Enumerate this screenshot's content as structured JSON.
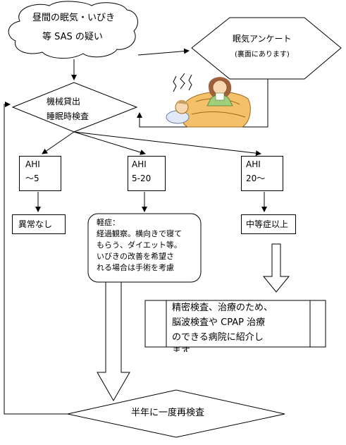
{
  "start": {
    "line1": "昼間の眠気・いびき",
    "line2": "等 SAS の疑い"
  },
  "questionnaire": {
    "title": "眠気アンケート",
    "note": "(裏面にあります)"
  },
  "rental": {
    "line1": "機械貸出",
    "line2": "睡眠時検査"
  },
  "ahi": [
    {
      "label": "AHI",
      "range": "～5"
    },
    {
      "label": "AHI",
      "range": "5-20"
    },
    {
      "label": "AHI",
      "range": "20～"
    }
  ],
  "results": {
    "normal": "異常なし",
    "mild": {
      "title": "軽症：",
      "line1": "経過観察。横向きで寝て",
      "line2": "もらう、ダイエット等。",
      "line3": "いびきの改善を希望さ",
      "line4": "れる場合は手術を考慮"
    },
    "moderate": "中等症以上"
  },
  "referral": {
    "line1": "精密検査、治療のため、",
    "line2": "脳波検査や CPAP 治療",
    "line3": "のできる病院に紹介し",
    "line4": "ます"
  },
  "recheck": "半年に一度再検査"
}
